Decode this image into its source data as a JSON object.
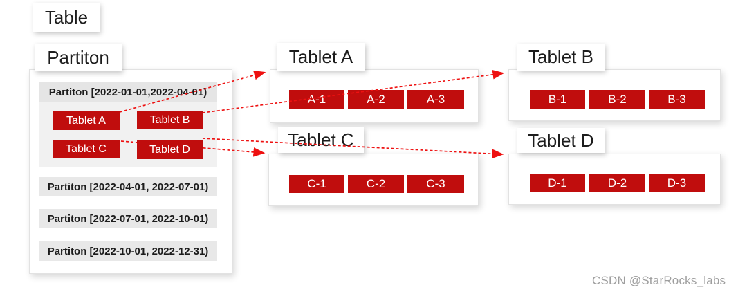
{
  "colors": {
    "button_red": "#c00d0d",
    "arrow_red": "#ee1111",
    "bar_gray": "#e8e8e8",
    "group_gray": "#f1f1f1",
    "text_dark": "#1d1d1d",
    "watermark_gray": "#9e9e9e",
    "background": "#ffffff"
  },
  "table_label": "Table",
  "partition": {
    "title": "Partiton",
    "current": {
      "label": "Partiton [2022-01-01,2022-04-01)",
      "tablets": [
        "Tablet A",
        "Tablet B",
        "Tablet C",
        "Tablet D"
      ]
    },
    "others": [
      "Partiton [2022-04-01, 2022-07-01)",
      "Partiton [2022-07-01, 2022-10-01)",
      "Partiton [2022-10-01, 2022-12-31)"
    ]
  },
  "tablets": [
    {
      "title": "Tablet A",
      "replicas": [
        "A-1",
        "A-2",
        "A-3"
      ]
    },
    {
      "title": "Tablet B",
      "replicas": [
        "B-1",
        "B-2",
        "B-3"
      ]
    },
    {
      "title": "Tablet C",
      "replicas": [
        "C-1",
        "C-2",
        "C-3"
      ]
    },
    {
      "title": "Tablet D",
      "replicas": [
        "D-1",
        "D-2",
        "D-3"
      ]
    }
  ],
  "arrows": [
    {
      "from": "partition-tablet-a",
      "to": "tablet-box-a"
    },
    {
      "from": "partition-tablet-b",
      "to": "tablet-box-b"
    },
    {
      "from": "partition-tablet-c",
      "to": "tablet-box-c"
    },
    {
      "from": "partition-tablet-d",
      "to": "tablet-box-d"
    }
  ],
  "watermark": "CSDN @StarRocks_labs"
}
